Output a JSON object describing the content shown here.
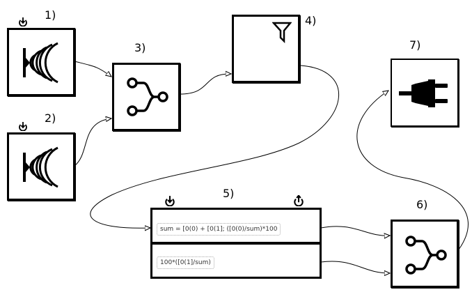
{
  "nodes": [
    {
      "id": "1",
      "label": "1)",
      "kind": "sensor",
      "icon": "sensor-wave-icon",
      "badge": "power-input-icon"
    },
    {
      "id": "2",
      "label": "2)",
      "kind": "sensor",
      "icon": "sensor-wave-icon",
      "badge": "power-input-icon"
    },
    {
      "id": "3",
      "label": "3)",
      "kind": "router",
      "icon": "branch-icon"
    },
    {
      "id": "4",
      "label": "4)",
      "kind": "filter",
      "icon": "filter-funnel-icon"
    },
    {
      "id": "5",
      "label": "5)",
      "kind": "formula",
      "badge_in": "power-input-icon",
      "badge_out": "power-output-icon",
      "rows": [
        {
          "expr": "sum = [0(0) + [0(1]; ([0(0)/sum)*100"
        },
        {
          "expr": "100*([0(1]/sum)"
        }
      ]
    },
    {
      "id": "6",
      "label": "6)",
      "kind": "router",
      "icon": "branch-icon"
    },
    {
      "id": "7",
      "label": "7)",
      "kind": "sink",
      "icon": "plug-icon"
    }
  ],
  "colors": {
    "stroke": "#000000",
    "background": "#ffffff",
    "chip_text": "#333333"
  }
}
